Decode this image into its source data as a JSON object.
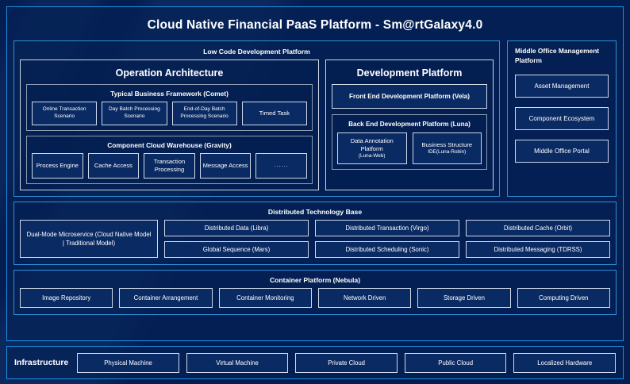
{
  "platform": {
    "title": "Cloud Native Financial PaaS Platform - Sm@rtGalaxy4.0"
  },
  "low_code": {
    "title": "Low Code Development Platform",
    "operation_architecture": {
      "title": "Operation Architecture",
      "groups": [
        {
          "title": "Typical Business Framework (Comet)",
          "items": [
            "Online Transaction Scenario",
            "Day Batch Processing Scenario",
            "End-of-Day Batch Processing Scenario",
            "Timed Task"
          ]
        },
        {
          "title": "Component Cloud Warehouse (Gravity)",
          "items": [
            "Process Engine",
            "Cache Access",
            "Transaction Processing",
            "Message Access",
            "......"
          ]
        }
      ]
    },
    "development_platform": {
      "title": "Development Platform",
      "front_end": "Front End Development Platform (Vela)",
      "back_end": {
        "title": "Back End Development Platform (Luna)",
        "items": [
          {
            "main": "Data Annotation Platform",
            "sub": "(Luna-Web)"
          },
          {
            "main": "Business Structure",
            "sub": "IDE(Luna-Robin)"
          }
        ]
      }
    }
  },
  "middle_office": {
    "title": "Middle Office Management Platform",
    "items": [
      "Asset Management",
      "Component Ecosystem",
      "Middle Office Portal"
    ]
  },
  "distributed_technology_base": {
    "title": "Distributed Technology Base",
    "dual_mode": "Dual-Mode Microservice (Cloud Native Model | Traditional Model)",
    "items": [
      "Distributed Data (Libra)",
      "Distributed Transaction (Virgo)",
      "Distributed Cache (Orbit)",
      "Global Sequence (Mars)",
      "Distributed Scheduling (Sonic)",
      "Distributed Messaging (TDRSS)"
    ]
  },
  "container_platform": {
    "title": "Container Platform (Nebula)",
    "items": [
      "Image Repository",
      "Container Arrangement",
      "Container Monitoring",
      "Network Driven",
      "Storage Driven",
      "Computing Driven"
    ]
  },
  "infrastructure": {
    "label": "Infrastructure",
    "items": [
      "Physical Machine",
      "Virtual Machine",
      "Private Cloud",
      "Public Cloud",
      "Localized Hardware"
    ]
  },
  "colors": {
    "background": "#041e52",
    "panel_border": "#1b8fe0",
    "box_border": "#cfd9e8",
    "box_fill": "#0a2a63",
    "text": "#ffffff"
  }
}
